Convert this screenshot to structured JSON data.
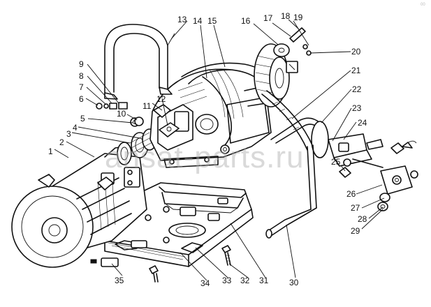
{
  "watermark": "ansat-parts.ru",
  "corner_mark": "00",
  "callouts": [
    {
      "id": "1",
      "label": "1"
    },
    {
      "id": "2",
      "label": "2"
    },
    {
      "id": "3",
      "label": "3"
    },
    {
      "id": "4",
      "label": "4"
    },
    {
      "id": "5",
      "label": "5"
    },
    {
      "id": "6",
      "label": "6"
    },
    {
      "id": "7",
      "label": "7"
    },
    {
      "id": "8",
      "label": "8"
    },
    {
      "id": "9",
      "label": "9"
    },
    {
      "id": "10",
      "label": "10"
    },
    {
      "id": "11",
      "label": "11"
    },
    {
      "id": "12",
      "label": "12"
    },
    {
      "id": "13",
      "label": "13"
    },
    {
      "id": "14",
      "label": "14"
    },
    {
      "id": "15",
      "label": "15"
    },
    {
      "id": "16",
      "label": "16"
    },
    {
      "id": "17",
      "label": "17"
    },
    {
      "id": "18",
      "label": "18"
    },
    {
      "id": "19",
      "label": "19"
    },
    {
      "id": "20",
      "label": "20"
    },
    {
      "id": "21",
      "label": "21"
    },
    {
      "id": "22",
      "label": "22"
    },
    {
      "id": "23",
      "label": "23"
    },
    {
      "id": "24",
      "label": "24"
    },
    {
      "id": "25",
      "label": "25"
    },
    {
      "id": "26",
      "label": "26"
    },
    {
      "id": "27",
      "label": "27"
    },
    {
      "id": "28",
      "label": "28"
    },
    {
      "id": "29",
      "label": "29"
    },
    {
      "id": "30",
      "label": "30"
    },
    {
      "id": "31",
      "label": "31"
    },
    {
      "id": "32",
      "label": "32"
    },
    {
      "id": "33",
      "label": "33"
    },
    {
      "id": "34",
      "label": "34"
    },
    {
      "id": "35",
      "label": "35"
    }
  ]
}
